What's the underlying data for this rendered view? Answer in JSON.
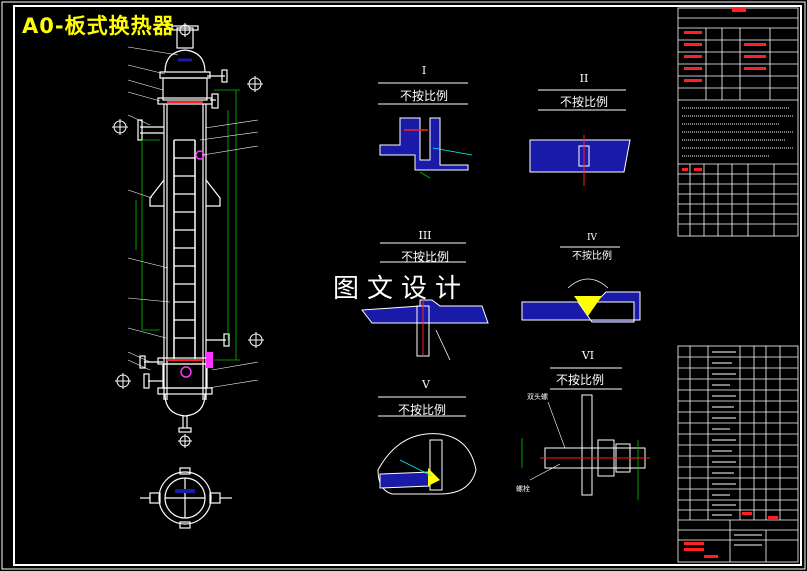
{
  "title": "A0-板式换热器",
  "watermark": "图文设计",
  "details": [
    {
      "numeral": "I",
      "scale": "不按比例"
    },
    {
      "numeral": "II",
      "scale": "不按比例"
    },
    {
      "numeral": "III",
      "scale": "不按比例"
    },
    {
      "numeral": "IV",
      "scale": "不按比例"
    },
    {
      "numeral": "V",
      "scale": "不按比例"
    },
    {
      "numeral": "VI",
      "scale": "不按比例"
    }
  ],
  "detail6_callouts": {
    "upper": "双头螺",
    "lower": "螺栓"
  },
  "colors": {
    "background": "#000000",
    "frame": "#ffffff",
    "title": "#ffff00",
    "section_fill": "#1a1aa8",
    "weld": "#ffff00",
    "accent_red": "#ff2020",
    "accent_magenta": "#ff33ff",
    "dimension": "#00c000",
    "leader": "#00ffff"
  }
}
